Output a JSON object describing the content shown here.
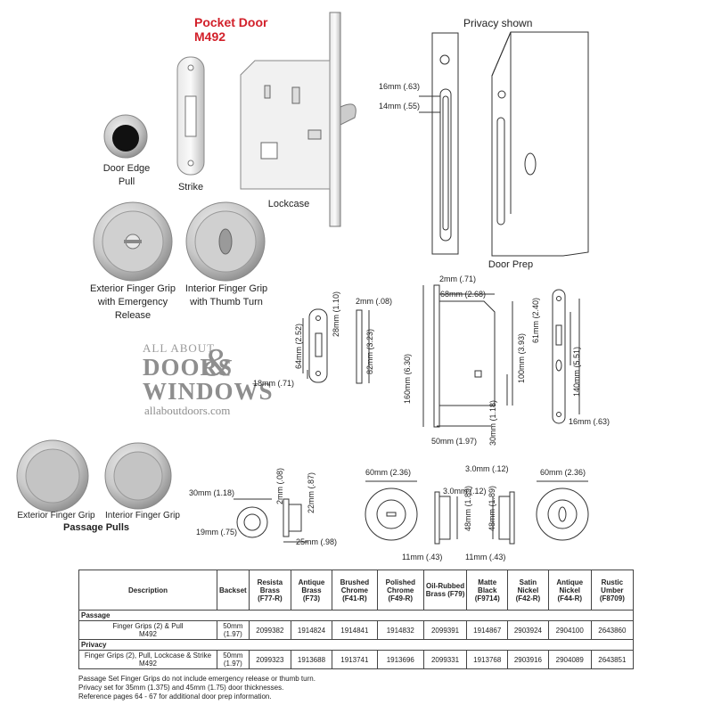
{
  "header": {
    "title_line1": "Pocket Door",
    "title_line2": "M492",
    "privacy_shown": "Privacy shown"
  },
  "parts": {
    "door_edge_pull": [
      "Door Edge",
      "Pull"
    ],
    "strike": "Strike",
    "lockcase": "Lockcase",
    "door_prep": "Door Prep",
    "ext_grip_emergency": [
      "Exterior Finger Grip",
      "with Emergency",
      "Release"
    ],
    "int_grip_thumb": [
      "Interior Finger Grip",
      "with Thumb Turn"
    ],
    "ext_grip": "Exterior Finger Grip",
    "int_grip": "Interior Finger Grip",
    "passage_pulls": "Passage Pulls"
  },
  "logo": {
    "line1": "ALL ABOUT",
    "line2": "DOORS",
    "amp": "&",
    "line3": "WINDOWS",
    "url": "allaboutdoors.com"
  },
  "dims": {
    "d16": "16mm (.63)",
    "d14": "14mm (.55)",
    "d2top": "2mm (.71)",
    "d68": "68mm (2.68)",
    "d160": "160mm (6.30)",
    "d100": "100mm (3.93)",
    "d30": "30mm (1.18)",
    "d50": "50mm (1.97)",
    "d28": "28mm (1.10)",
    "d64": "64mm (2.52)",
    "d18": "18mm (.71)",
    "d2b": "2mm (.08)",
    "d82": "82mm (3.23)",
    "d61": "61mm (2.40)",
    "d140": "140mm (5.51)",
    "d16b": "16mm (.63)",
    "d30b": "30mm (1.18)",
    "d19": "19mm (.75)",
    "d2c": "2mm (.08)",
    "d22": "22mm (.87)",
    "d25": "25mm (.98)",
    "d60a": "60mm (2.36)",
    "d3a": "3.0mm (.12)",
    "d48a": "48mm (1.89)",
    "d11a": "11mm (.43)",
    "d3b": "3.0mm (.12)",
    "d48b": "48mm (1.89)",
    "d11b": "11mm (.43)",
    "d60b": "60mm (2.36)"
  },
  "table": {
    "headers": [
      "Description",
      "Backset",
      "Resista Brass (F77-R)",
      "Antique Brass (F73)",
      "Brushed Chrome (F41-R)",
      "Polished Chrome (F49-R)",
      "Oil-Rubbed Brass (F79)",
      "Matte Black (F9714)",
      "Satin Nickel (F42-R)",
      "Antique Nickel (F44-R)",
      "Rustic Umber (F8709)"
    ],
    "sections": [
      {
        "name": "Passage",
        "desc": [
          "Finger Grips (2) & Pull",
          "M492"
        ],
        "backset": [
          "50mm",
          "(1.97)"
        ],
        "values": [
          "2099382",
          "1914824",
          "1914841",
          "1914832",
          "2099391",
          "1914867",
          "2903924",
          "2904100",
          "2643860"
        ]
      },
      {
        "name": "Privacy",
        "desc": [
          "Finger Grips (2), Pull, Lockcase & Strike",
          "M492"
        ],
        "backset": [
          "50mm",
          "(1.97)"
        ],
        "values": [
          "2099323",
          "1913688",
          "1913741",
          "1913696",
          "2099331",
          "1913768",
          "2903916",
          "2904089",
          "2643851"
        ]
      }
    ]
  },
  "notes": [
    "Passage Set Finger Grips do not include emergency release or thumb turn.",
    "Privacy set for 35mm (1.375) and 45mm (1.75) door thicknesses.",
    "Reference pages 64 - 67 for additional door prep information."
  ],
  "colors": {
    "title": "#d2202a",
    "line": "#333333",
    "metal": "#c8c8c8"
  }
}
